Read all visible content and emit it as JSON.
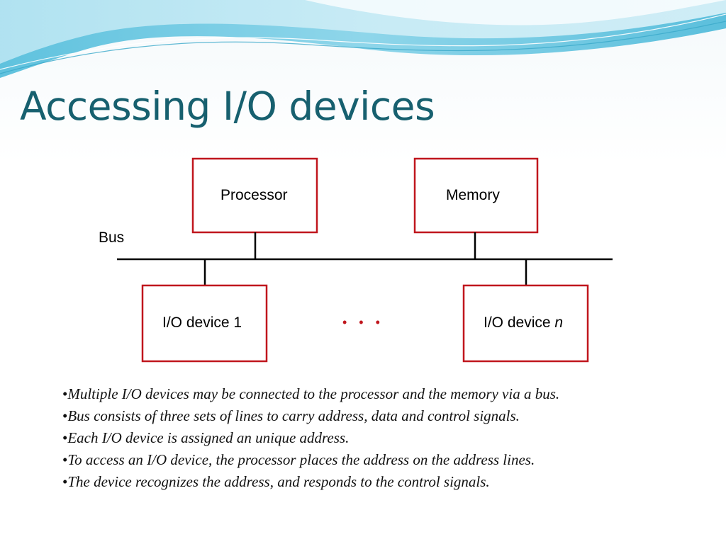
{
  "slide": {
    "title": "Accessing I/O devices"
  },
  "diagram": {
    "bus_label": "Bus",
    "nodes": {
      "processor": "Processor",
      "memory": "Memory",
      "io_device_1": "I/O device 1",
      "io_device_n_prefix": "I/O device",
      "io_device_n_suffix": "n"
    },
    "ellipsis": "• • •",
    "colors": {
      "box_border": "#c0161d",
      "bus_line": "#000000",
      "ellipsis_dots": "#c0161d",
      "title": "#17606f"
    }
  },
  "bullets": [
    "Multiple I/O devices may be connected to the processor and the memory via a bus.",
    "Bus consists of three sets of lines to carry address, data and control signals.",
    "Each I/O device is assigned an unique address.",
    "To access an I/O device, the processor places the address on the address lines.",
    "The device recognizes the address, and responds to the control signals."
  ]
}
